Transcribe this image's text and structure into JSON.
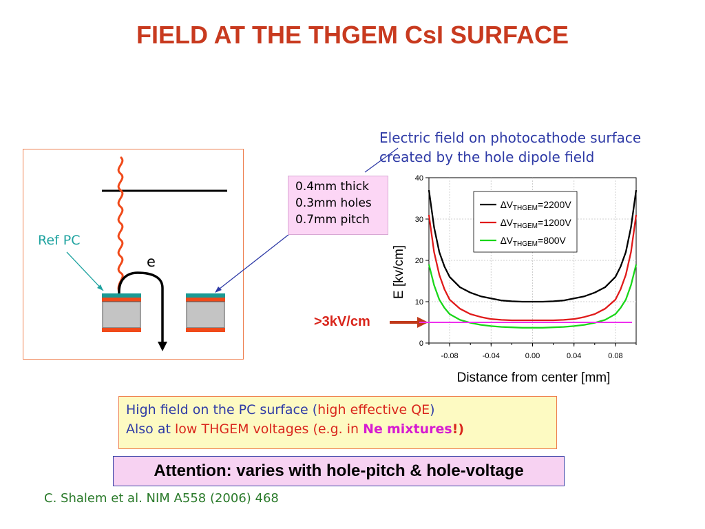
{
  "title": "FIELD AT THE THGEM CsI SURFACE",
  "annotation": {
    "line1": "Electric field on photocathode surface",
    "line2": "created by the hole dipole field"
  },
  "specs": [
    "0.4mm thick",
    "0.3mm holes",
    "0.7mm pitch"
  ],
  "diagram": {
    "ref_pc_label": "Ref PC",
    "electron_label": "e",
    "colors": {
      "frame": "#ee7f4f",
      "cu_layer": "#f04a1a",
      "csi_layer": "#1a9a94",
      "fr4": "#c4c4c4"
    }
  },
  "field_label": ">3kV/cm",
  "highlight": {
    "l1_a": "High field on the PC surface (",
    "l1_b": "high effective QE",
    "l1_c": ")",
    "l2_a": "Also at ",
    "l2_b": "low THGEM voltages (e.g. in ",
    "l2_ne": "Ne",
    "l2_mix": "mixtures",
    "l2_c": "!",
    "l2_d": ")"
  },
  "attention": "Attention: varies with hole-pitch & hole-voltage",
  "citation": "C. Shalem et al. NIM A558 (2006) 468",
  "chart_data": {
    "type": "line",
    "xlabel": "Distance from center [mm]",
    "ylabel": "E [kv/cm]",
    "xlim": [
      -0.1,
      0.1
    ],
    "ylim": [
      0,
      40
    ],
    "xticks": [
      -0.08,
      -0.04,
      0.0,
      0.04,
      0.08
    ],
    "xtick_labels": [
      "-0.08",
      "-0.04",
      "0.00",
      "0.04",
      "0.08"
    ],
    "yticks": [
      0,
      10,
      20,
      30,
      40
    ],
    "ytick_labels": [
      "0",
      "10",
      "20",
      "30",
      "40"
    ],
    "threshold": {
      "value": 5,
      "color": "#ee30ee"
    },
    "legend_position": "top-right",
    "series": [
      {
        "legend_main": "∆V",
        "legend_sub": "THGEM",
        "legend_val": "=2200V",
        "color": "#000000",
        "x": [
          -0.1,
          -0.095,
          -0.09,
          -0.085,
          -0.08,
          -0.07,
          -0.06,
          -0.05,
          -0.04,
          -0.03,
          -0.02,
          -0.01,
          0.0,
          0.01,
          0.02,
          0.03,
          0.04,
          0.05,
          0.06,
          0.07,
          0.08,
          0.085,
          0.09,
          0.095,
          0.1
        ],
        "y": [
          37,
          28,
          22,
          18.5,
          16,
          13.5,
          12.2,
          11.3,
          10.8,
          10.3,
          10.1,
          10.0,
          10.0,
          10.0,
          10.1,
          10.3,
          10.8,
          11.3,
          12.2,
          13.5,
          16,
          18.5,
          22,
          28,
          37
        ]
      },
      {
        "legend_main": "∆V",
        "legend_sub": "THGEM",
        "legend_val": "=1200V",
        "color": "#e01a1a",
        "x": [
          -0.1,
          -0.095,
          -0.09,
          -0.085,
          -0.08,
          -0.07,
          -0.06,
          -0.05,
          -0.04,
          -0.03,
          -0.02,
          -0.01,
          0.0,
          0.01,
          0.02,
          0.03,
          0.04,
          0.05,
          0.06,
          0.07,
          0.08,
          0.085,
          0.09,
          0.095,
          0.1
        ],
        "y": [
          31,
          22,
          16.5,
          13,
          10.5,
          8.3,
          7.0,
          6.3,
          5.8,
          5.6,
          5.5,
          5.5,
          5.5,
          5.5,
          5.5,
          5.6,
          5.8,
          6.3,
          7.0,
          8.3,
          10.5,
          13,
          16.5,
          22,
          31
        ]
      },
      {
        "legend_main": "∆V",
        "legend_sub": "THGEM",
        "legend_val": "=800V",
        "color": "#19d619",
        "x": [
          -0.1,
          -0.095,
          -0.09,
          -0.085,
          -0.08,
          -0.07,
          -0.06,
          -0.05,
          -0.04,
          -0.03,
          -0.02,
          -0.01,
          0.0,
          0.01,
          0.02,
          0.03,
          0.04,
          0.05,
          0.06,
          0.07,
          0.08,
          0.085,
          0.09,
          0.095,
          0.1
        ],
        "y": [
          19,
          14,
          10.5,
          8.5,
          7.0,
          5.6,
          4.9,
          4.4,
          4.1,
          3.9,
          3.8,
          3.7,
          3.7,
          3.7,
          3.8,
          3.9,
          4.1,
          4.4,
          4.9,
          5.6,
          7.0,
          8.5,
          10.5,
          14,
          19
        ]
      }
    ]
  }
}
